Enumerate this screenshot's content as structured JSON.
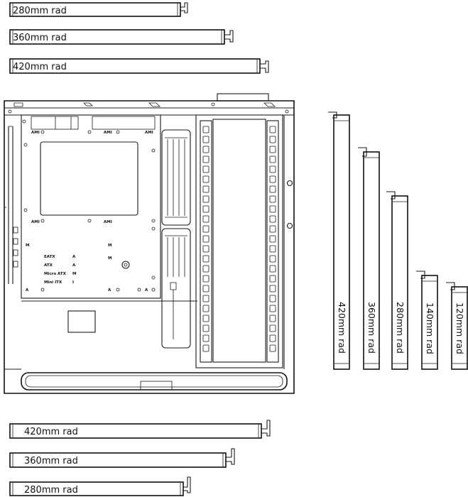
{
  "horizontal_radiators_top": [
    {
      "label": "280mm rad"
    },
    {
      "label": "360mm rad"
    },
    {
      "label": "420mm rad"
    }
  ],
  "horizontal_radiators_bottom": [
    {
      "label": "420mm rad"
    },
    {
      "label": "360mm rad"
    },
    {
      "label": "280mm rad"
    }
  ],
  "vertical_radiators": [
    {
      "label": "420mm rad"
    },
    {
      "label": "360mm rad"
    },
    {
      "label": "280mm rad"
    },
    {
      "label": "140mm rad"
    },
    {
      "label": "120mm rad"
    }
  ],
  "motherboard_tray": {
    "standoff_marks": [
      "AMI",
      "AMI",
      "AMI",
      "AMI",
      "AMI"
    ],
    "form_factors": [
      {
        "name": "EATX",
        "code": "A"
      },
      {
        "name": "ATX",
        "code": "A"
      },
      {
        "name": "Micro ATX",
        "code": "M"
      },
      {
        "name": "Mini ITX",
        "code": "I"
      }
    ],
    "side_marks": [
      "M",
      "M",
      "M",
      "A",
      "A",
      "A"
    ]
  }
}
